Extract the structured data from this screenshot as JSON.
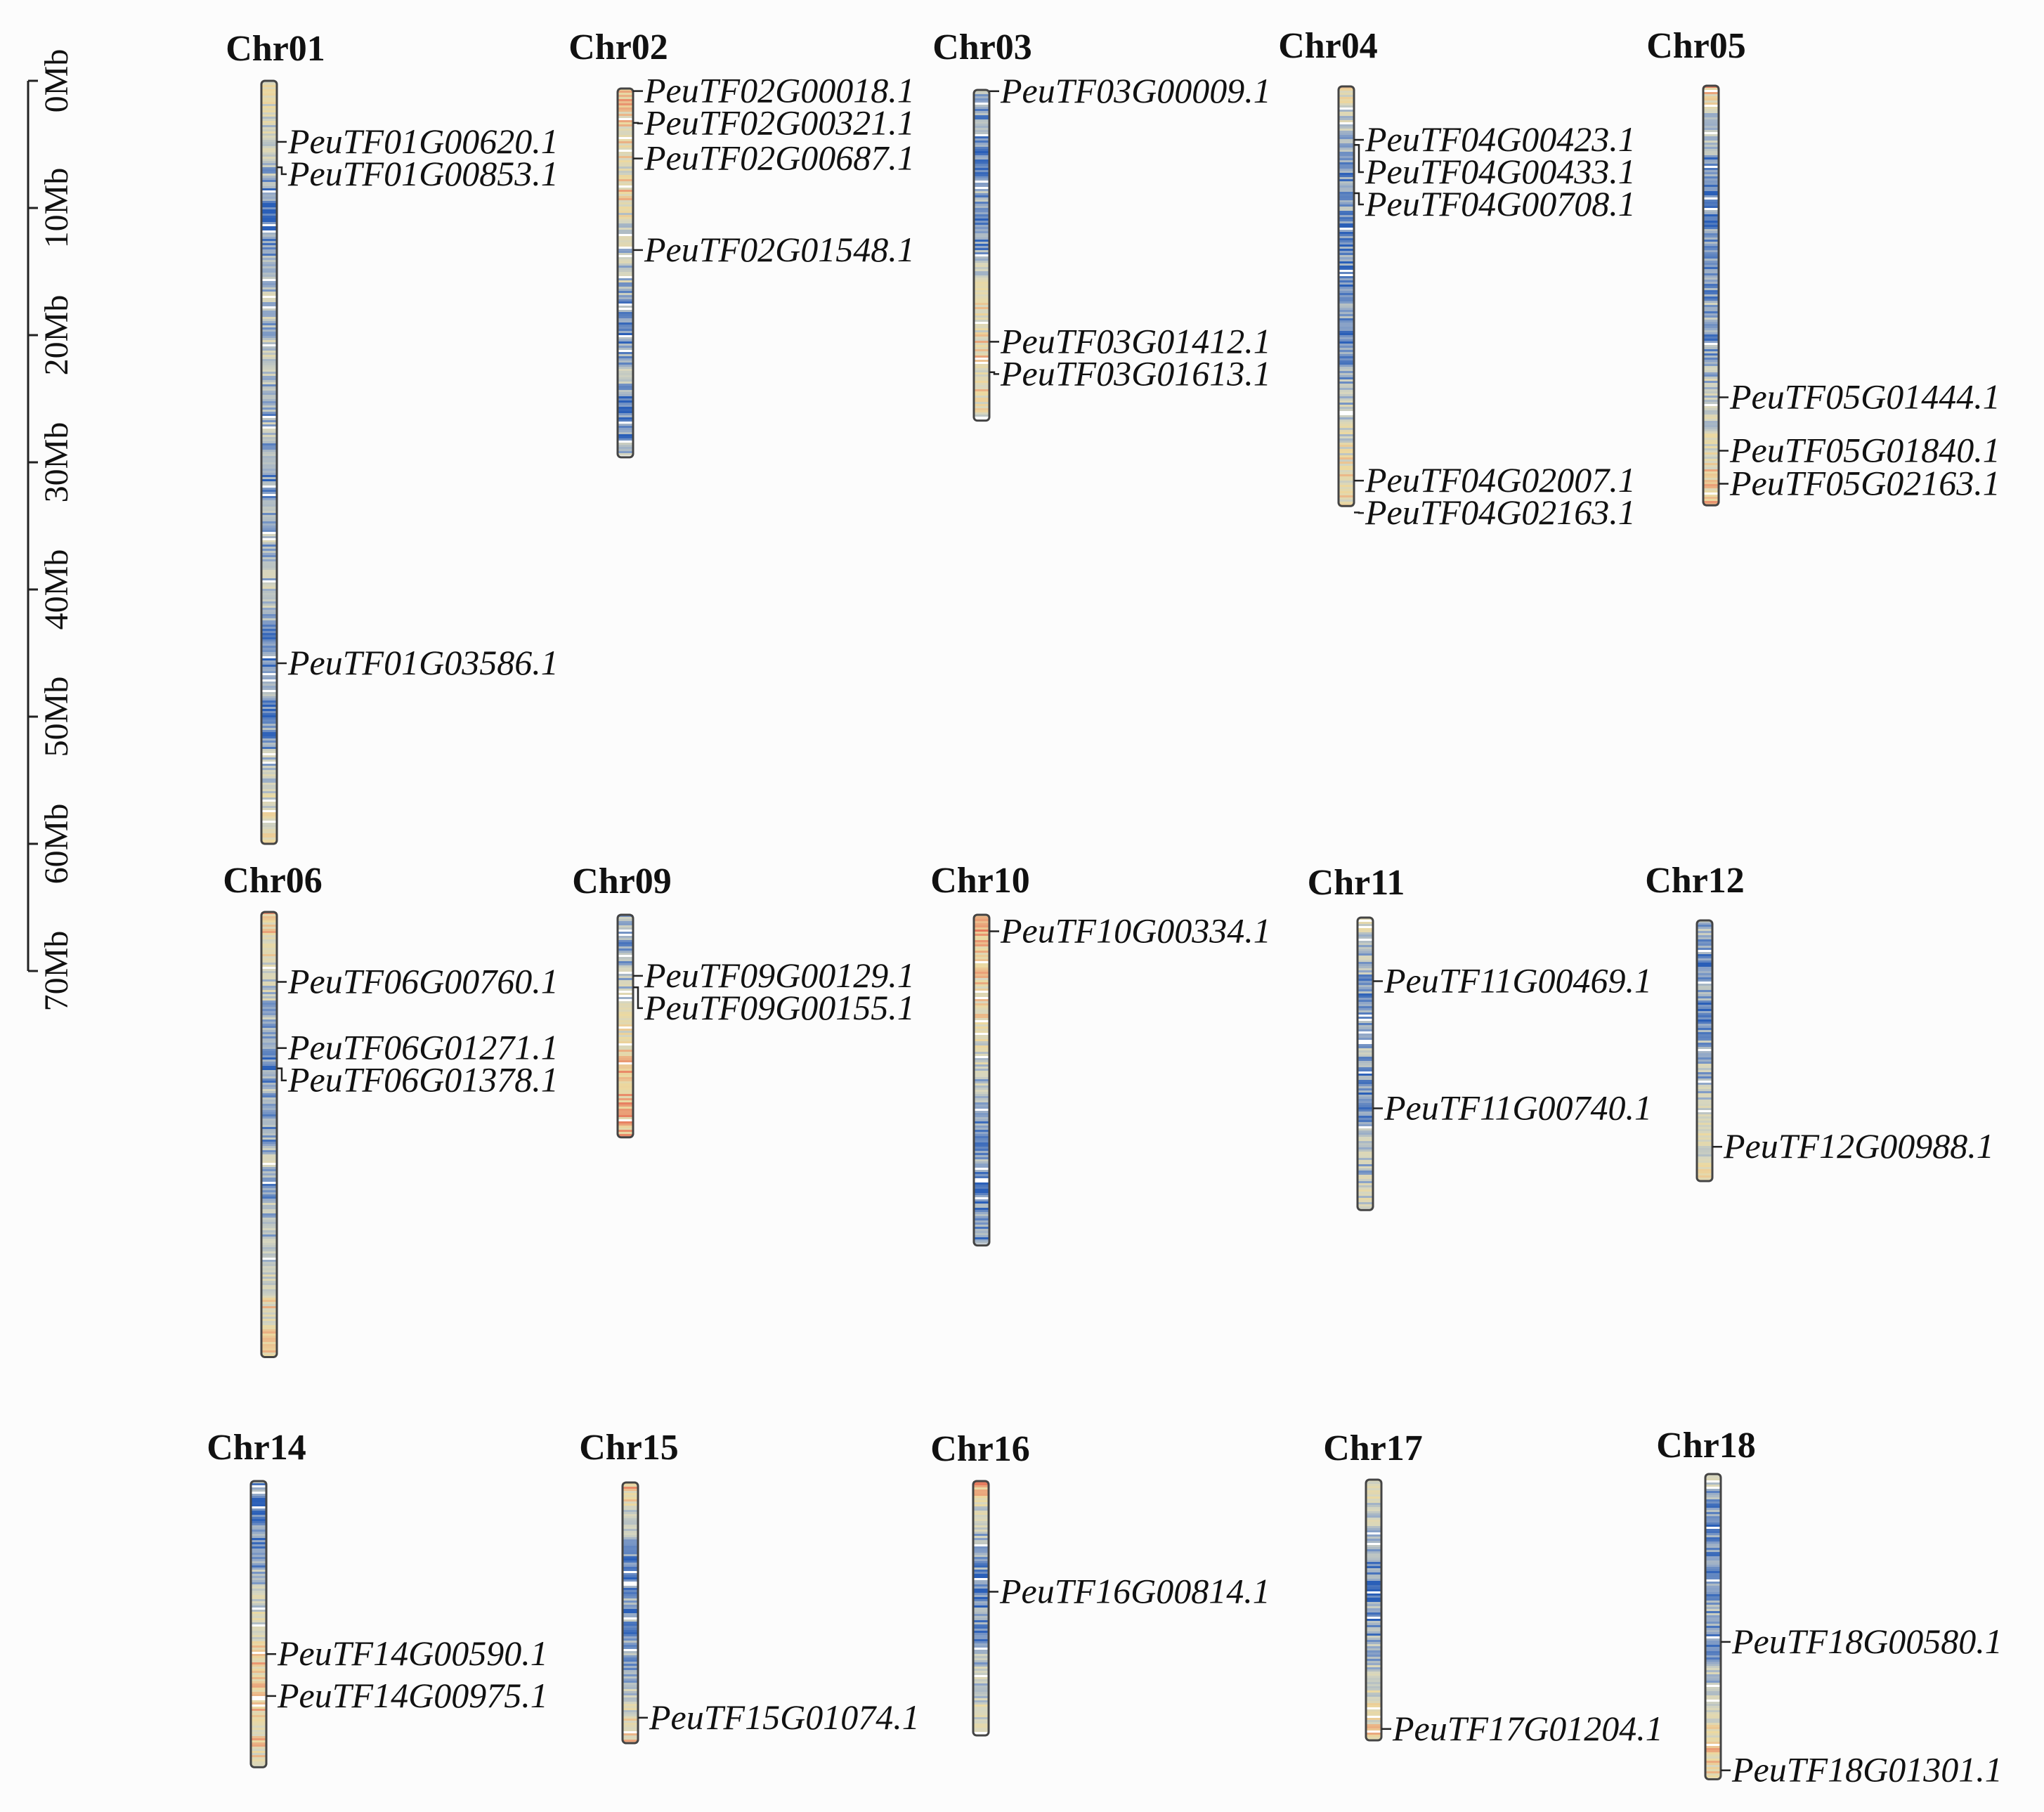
{
  "scale": {
    "labels": [
      "0Mb",
      "10Mb",
      "20Mb",
      "30Mb",
      "40Mb",
      "50Mb",
      "60Mb",
      "70Mb"
    ],
    "max_mb": 70
  },
  "chromosomes": [
    {
      "name": "Chr01",
      "length_mb": 60,
      "density": [
        0.55,
        0.5,
        0.45,
        0.4,
        0.4,
        0.35,
        0.3,
        0.25,
        0.2,
        0.15,
        0.1,
        0.1,
        0.12,
        0.15,
        0.2,
        0.25,
        0.3,
        0.35,
        0.3,
        0.25,
        0.3,
        0.35,
        0.3,
        0.25,
        0.2,
        0.2,
        0.25,
        0.3,
        0.25,
        0.2,
        0.15,
        0.15,
        0.2,
        0.25,
        0.3,
        0.3,
        0.25,
        0.2,
        0.3,
        0.35,
        0.3,
        0.25,
        0.2,
        0.15,
        0.1,
        0.1,
        0.15,
        0.2,
        0.15,
        0.1,
        0.15,
        0.2,
        0.25,
        0.3,
        0.35,
        0.4,
        0.45,
        0.5,
        0.55,
        0.6
      ],
      "genes": [
        {
          "id": "PeuTF01G00620.1",
          "pos_mb": 4.8
        },
        {
          "id": "PeuTF01G00853.1",
          "pos_mb": 6.8
        },
        {
          "id": "PeuTF01G03586.1",
          "pos_mb": 45.8
        }
      ]
    },
    {
      "name": "Chr02",
      "length_mb": 29,
      "density": [
        0.6,
        0.65,
        0.6,
        0.55,
        0.6,
        0.55,
        0.5,
        0.55,
        0.6,
        0.5,
        0.45,
        0.4,
        0.35,
        0.3,
        0.35,
        0.3,
        0.2,
        0.15,
        0.1,
        0.15,
        0.2,
        0.25,
        0.3,
        0.2,
        0.15,
        0.1,
        0.15,
        0.2,
        0.25
      ],
      "genes": [
        {
          "id": "PeuTF02G00018.1",
          "pos_mb": 0.2
        },
        {
          "id": "PeuTF02G00321.1",
          "pos_mb": 2.7
        },
        {
          "id": "PeuTF02G00687.1",
          "pos_mb": 5.5
        },
        {
          "id": "PeuTF02G01548.1",
          "pos_mb": 12.7
        }
      ]
    },
    {
      "name": "Chr03",
      "length_mb": 26,
      "density": [
        0.3,
        0.25,
        0.2,
        0.15,
        0.1,
        0.1,
        0.15,
        0.2,
        0.2,
        0.15,
        0.1,
        0.15,
        0.2,
        0.3,
        0.4,
        0.45,
        0.5,
        0.55,
        0.5,
        0.55,
        0.6,
        0.55,
        0.5,
        0.55,
        0.5,
        0.45
      ],
      "genes": [
        {
          "id": "PeuTF03G00009.1",
          "pos_mb": 0.1
        },
        {
          "id": "PeuTF03G01412.1",
          "pos_mb": 19.8
        },
        {
          "id": "PeuTF03G01613.1",
          "pos_mb": 22.2
        }
      ]
    },
    {
      "name": "Chr04",
      "length_mb": 33,
      "density": [
        0.5,
        0.45,
        0.4,
        0.35,
        0.3,
        0.25,
        0.2,
        0.15,
        0.15,
        0.2,
        0.15,
        0.1,
        0.1,
        0.15,
        0.1,
        0.1,
        0.15,
        0.2,
        0.15,
        0.1,
        0.15,
        0.2,
        0.2,
        0.25,
        0.3,
        0.35,
        0.4,
        0.45,
        0.5,
        0.55,
        0.5,
        0.55,
        0.5
      ],
      "genes": [
        {
          "id": "PeuTF04G00423.1",
          "pos_mb": 4.2
        },
        {
          "id": "PeuTF04G00433.1",
          "pos_mb": 4.6
        },
        {
          "id": "PeuTF04G00708.1",
          "pos_mb": 8.4
        },
        {
          "id": "PeuTF04G02007.1",
          "pos_mb": 31.0
        },
        {
          "id": "PeuTF04G02163.1",
          "pos_mb": 33.5
        }
      ]
    },
    {
      "name": "Chr05",
      "length_mb": 33,
      "density": [
        0.7,
        0.55,
        0.4,
        0.3,
        0.25,
        0.2,
        0.15,
        0.1,
        0.1,
        0.15,
        0.1,
        0.15,
        0.2,
        0.15,
        0.1,
        0.15,
        0.2,
        0.25,
        0.2,
        0.15,
        0.2,
        0.25,
        0.3,
        0.35,
        0.3,
        0.35,
        0.4,
        0.45,
        0.5,
        0.55,
        0.6,
        0.65,
        0.7
      ],
      "genes": [
        {
          "id": "PeuTF05G01444.1",
          "pos_mb": 24.5
        },
        {
          "id": "PeuTF05G01840.1",
          "pos_mb": 28.7
        },
        {
          "id": "PeuTF05G02163.1",
          "pos_mb": 31.3
        }
      ]
    },
    {
      "name": "Chr06",
      "length_mb": 35,
      "density": [
        0.65,
        0.6,
        0.55,
        0.5,
        0.45,
        0.4,
        0.35,
        0.3,
        0.25,
        0.2,
        0.15,
        0.1,
        0.15,
        0.2,
        0.25,
        0.2,
        0.15,
        0.2,
        0.25,
        0.3,
        0.25,
        0.2,
        0.25,
        0.3,
        0.35,
        0.3,
        0.35,
        0.4,
        0.45,
        0.5,
        0.55,
        0.5,
        0.55,
        0.6,
        0.6
      ],
      "genes": [
        {
          "id": "PeuTF06G00760.1",
          "pos_mb": 5.5
        },
        {
          "id": "PeuTF06G01271.1",
          "pos_mb": 10.7
        },
        {
          "id": "PeuTF06G01378.1",
          "pos_mb": 12.3
        }
      ]
    },
    {
      "name": "Chr09",
      "length_mb": 17.5,
      "density": [
        0.3,
        0.2,
        0.15,
        0.2,
        0.25,
        0.3,
        0.35,
        0.4,
        0.45,
        0.5,
        0.55,
        0.6,
        0.65,
        0.6,
        0.65,
        0.7,
        0.65,
        0.7
      ],
      "genes": [
        {
          "id": "PeuTF09G00129.1",
          "pos_mb": 4.8
        },
        {
          "id": "PeuTF09G00155.1",
          "pos_mb": 5.7
        }
      ]
    },
    {
      "name": "Chr10",
      "length_mb": 26,
      "density": [
        0.8,
        0.75,
        0.7,
        0.65,
        0.6,
        0.55,
        0.6,
        0.55,
        0.5,
        0.55,
        0.45,
        0.4,
        0.35,
        0.3,
        0.25,
        0.2,
        0.15,
        0.1,
        0.15,
        0.2,
        0.15,
        0.1,
        0.15,
        0.2,
        0.15,
        0.2
      ],
      "genes": [
        {
          "id": "PeuTF10G00334.1",
          "pos_mb": 1.3
        }
      ]
    },
    {
      "name": "Chr11",
      "length_mb": 23,
      "density": [
        0.5,
        0.4,
        0.35,
        0.3,
        0.25,
        0.2,
        0.15,
        0.2,
        0.25,
        0.3,
        0.25,
        0.2,
        0.15,
        0.1,
        0.15,
        0.2,
        0.25,
        0.3,
        0.35,
        0.3,
        0.35,
        0.4,
        0.45
      ],
      "genes": [
        {
          "id": "PeuTF11G00469.1",
          "pos_mb": 5.0
        },
        {
          "id": "PeuTF11G00740.1",
          "pos_mb": 15.0
        }
      ]
    },
    {
      "name": "Chr12",
      "length_mb": 20.5,
      "density": [
        0.3,
        0.2,
        0.15,
        0.1,
        0.15,
        0.2,
        0.15,
        0.1,
        0.15,
        0.2,
        0.25,
        0.3,
        0.25,
        0.3,
        0.35,
        0.4,
        0.45,
        0.5,
        0.45,
        0.5,
        0.55
      ],
      "genes": [
        {
          "id": "PeuTF12G00988.1",
          "pos_mb": 17.8
        }
      ]
    },
    {
      "name": "Chr14",
      "length_mb": 22.5,
      "density": [
        0.2,
        0.15,
        0.1,
        0.15,
        0.2,
        0.15,
        0.2,
        0.25,
        0.3,
        0.35,
        0.4,
        0.45,
        0.5,
        0.55,
        0.6,
        0.55,
        0.6,
        0.65,
        0.6,
        0.55,
        0.6,
        0.55,
        0.5
      ],
      "genes": [
        {
          "id": "PeuTF14G00590.1",
          "pos_mb": 13.6
        },
        {
          "id": "PeuTF14G00975.1",
          "pos_mb": 16.9
        }
      ]
    },
    {
      "name": "Chr15",
      "length_mb": 20.5,
      "density": [
        0.7,
        0.55,
        0.4,
        0.3,
        0.25,
        0.2,
        0.15,
        0.1,
        0.15,
        0.2,
        0.15,
        0.2,
        0.15,
        0.2,
        0.25,
        0.3,
        0.35,
        0.4,
        0.5,
        0.55,
        0.65
      ],
      "genes": [
        {
          "id": "PeuTF15G01074.1",
          "pos_mb": 18.5
        }
      ]
    },
    {
      "name": "Chr16",
      "length_mb": 20,
      "density": [
        0.75,
        0.6,
        0.45,
        0.35,
        0.3,
        0.25,
        0.2,
        0.15,
        0.1,
        0.1,
        0.15,
        0.2,
        0.15,
        0.2,
        0.25,
        0.3,
        0.35,
        0.4,
        0.45,
        0.4,
        0.45
      ],
      "genes": [
        {
          "id": "PeuTF16G00814.1",
          "pos_mb": 8.7
        }
      ]
    },
    {
      "name": "Chr17",
      "length_mb": 20.5,
      "density": [
        0.5,
        0.45,
        0.4,
        0.35,
        0.3,
        0.25,
        0.2,
        0.15,
        0.1,
        0.15,
        0.2,
        0.15,
        0.2,
        0.25,
        0.3,
        0.35,
        0.4,
        0.45,
        0.5,
        0.55,
        0.6
      ],
      "genes": [
        {
          "id": "PeuTF17G01204.1",
          "pos_mb": 19.6
        }
      ]
    },
    {
      "name": "Chr18",
      "length_mb": 24,
      "density": [
        0.4,
        0.3,
        0.2,
        0.15,
        0.1,
        0.15,
        0.2,
        0.15,
        0.1,
        0.15,
        0.2,
        0.25,
        0.2,
        0.15,
        0.2,
        0.25,
        0.3,
        0.35,
        0.4,
        0.45,
        0.5,
        0.55,
        0.6,
        0.55,
        0.6
      ],
      "genes": [
        {
          "id": "PeuTF18G00580.1",
          "pos_mb": 13.2
        },
        {
          "id": "PeuTF18G01301.1",
          "pos_mb": 23.3
        }
      ]
    }
  ],
  "colors": {
    "low": "#2a5fb8",
    "mid_low": "#8fa6c8",
    "mid": "#d6d6c0",
    "mid_high": "#ecd9a0",
    "high": "#e98c6a",
    "max": "#d9362b",
    "outline": "#444444",
    "text": "#111111"
  }
}
